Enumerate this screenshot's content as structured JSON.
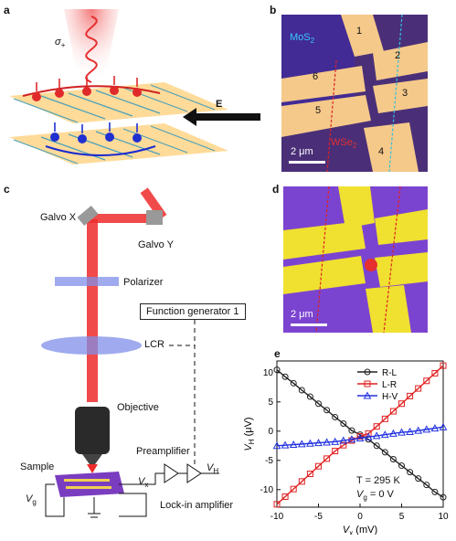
{
  "panels": {
    "a": {
      "letter": "a",
      "sigma": "σ",
      "sigma_sub": "+",
      "field_label": "E"
    },
    "b": {
      "letter": "b",
      "material_top": "MoS",
      "material_top_sub": "2",
      "material_bottom": "WSe",
      "material_bottom_sub": "2",
      "contacts": [
        "1",
        "2",
        "3",
        "4",
        "5",
        "6"
      ],
      "scalebar": "2 μm"
    },
    "c": {
      "letter": "c",
      "galvo_x": "Galvo X",
      "galvo_y": "Galvo Y",
      "polarizer": "Polarizer",
      "function_generator": "Function generator 1",
      "lcr": "LCR",
      "objective": "Objective",
      "preamplifier": "Preamplifier",
      "vh": "V",
      "vh_sub": "H",
      "sample": "Sample",
      "vx": "V",
      "vx_sub": "x",
      "vg": "V",
      "vg_sub": "g",
      "lockin": "Lock-in amplifier"
    },
    "d": {
      "letter": "d",
      "scalebar": "2 μm"
    },
    "e": {
      "letter": "e",
      "annotation_T": "T = 295 K",
      "annotation_Vg_prefix": "V",
      "annotation_Vg_sub": "g",
      "annotation_Vg_suffix": " = 0 V"
    }
  },
  "chart_data": {
    "type": "line",
    "xlabel": "V",
    "xlabel_sub": "x",
    "xlabel_unit": " (mV)",
    "ylabel": "V",
    "ylabel_sub": "H",
    "ylabel_unit": " (μV)",
    "xlim": [
      -10,
      10
    ],
    "ylim": [
      -13,
      12
    ],
    "xticks": [
      -10,
      -5,
      0,
      5,
      10
    ],
    "yticks": [
      -10,
      -5,
      0,
      5,
      10
    ],
    "x": [
      -10,
      -9,
      -8,
      -7,
      -6,
      -5,
      -4,
      -3,
      -2,
      -1,
      0,
      1,
      2,
      3,
      4,
      5,
      6,
      7,
      8,
      9,
      10
    ],
    "series": [
      {
        "name": "R-L",
        "color": "#222222",
        "marker": "circle",
        "values": [
          10.5,
          9.3,
          8.2,
          7.0,
          5.9,
          4.7,
          3.6,
          2.4,
          1.3,
          0.1,
          -0.6,
          -1.4,
          -2.5,
          -3.6,
          -4.8,
          -5.9,
          -7.0,
          -8.1,
          -9.2,
          -10.4,
          -11.3
        ]
      },
      {
        "name": "L-R",
        "color": "#e02020",
        "marker": "square",
        "values": [
          -12.5,
          -11.2,
          -9.9,
          -8.6,
          -7.3,
          -6.0,
          -4.7,
          -3.4,
          -2.4,
          -1.6,
          -0.9,
          -0.4,
          0.8,
          2.1,
          3.4,
          4.7,
          6.0,
          7.3,
          8.6,
          9.9,
          11.2
        ]
      },
      {
        "name": "H-V",
        "color": "#2030e0",
        "marker": "triangle",
        "values": [
          -2.5,
          -2.4,
          -2.3,
          -2.2,
          -2.1,
          -2.0,
          -1.9,
          -1.8,
          -1.6,
          -1.4,
          -1.2,
          -1.0,
          -0.8,
          -0.6,
          -0.4,
          -0.2,
          -0.1,
          0.1,
          0.3,
          0.5,
          0.7
        ]
      }
    ]
  }
}
